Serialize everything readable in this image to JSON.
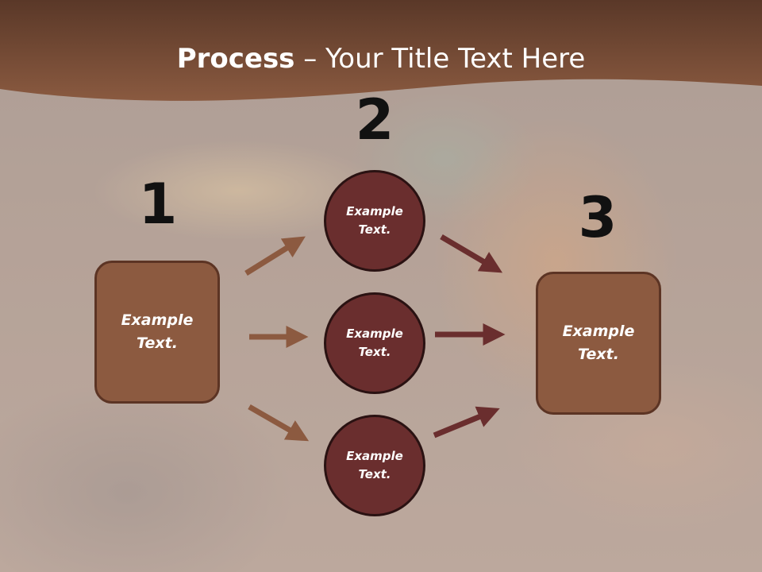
{
  "title": {
    "bold": "Process",
    "rest": " – Your Title Text Here"
  },
  "steps": {
    "n1": "1",
    "n2": "2",
    "n3": "3"
  },
  "left_box": {
    "label": "Example\nText."
  },
  "right_box": {
    "label": "Example\nText."
  },
  "circles": [
    {
      "label": "Example\nText."
    },
    {
      "label": "Example\nText."
    },
    {
      "label": "Example\nText."
    }
  ],
  "colors": {
    "header": "#7a4a30",
    "box_fill": "#8c5a40",
    "box_border": "#5c3424",
    "circle_fill": "#6a2e2e",
    "circle_border": "#2a1212",
    "arrow_left": "#8c5a40",
    "arrow_right": "#6a2e2e",
    "title_text": "#ffffff",
    "number_text": "#111111"
  }
}
